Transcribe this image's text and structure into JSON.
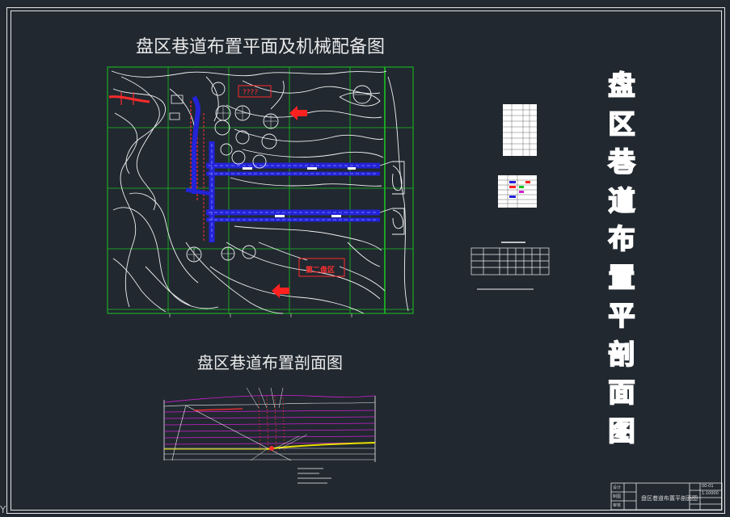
{
  "plan_title": "盘区巷道布置平面及机械配备图",
  "section_title": "盘区巷道布置剖面图",
  "vertical_title_chars": [
    "盘",
    "区",
    "巷",
    "道",
    "布",
    "置",
    "平",
    "剖",
    "面",
    "图"
  ],
  "plan_labels": {
    "second_panel": "第二盘区",
    "unknown_marker": "????"
  },
  "title_block": {
    "drawing_name": "盘区巷道布置平剖面图",
    "drawing_no": "00-01",
    "scale": "1:10000",
    "row_labels": [
      "设计",
      "制图",
      "审核"
    ]
  },
  "cursor_label": "Y",
  "colors": {
    "background": "#212830",
    "frame": "#e0e0e0",
    "contour": "#f0f0f0",
    "grid": "#19c31f",
    "roadway": "#2323d8",
    "arrow": "#ff2020",
    "section_magenta": "#d020d0",
    "section_yellow": "#e8e000"
  }
}
